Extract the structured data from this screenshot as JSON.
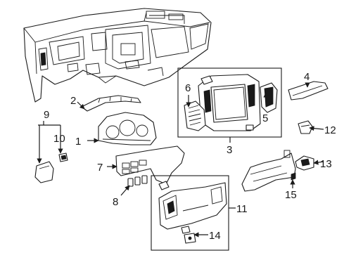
{
  "callouts": {
    "n1": "1",
    "n2": "2",
    "n3": "3",
    "n4": "4",
    "n5": "5",
    "n6": "6",
    "n7": "7",
    "n8": "8",
    "n9": "9",
    "n10": "10",
    "n11": "11",
    "n12": "12",
    "n13": "13",
    "n14": "14",
    "n15": "15"
  },
  "colors": {
    "line": "#1a1a1a",
    "background": "#ffffff"
  }
}
